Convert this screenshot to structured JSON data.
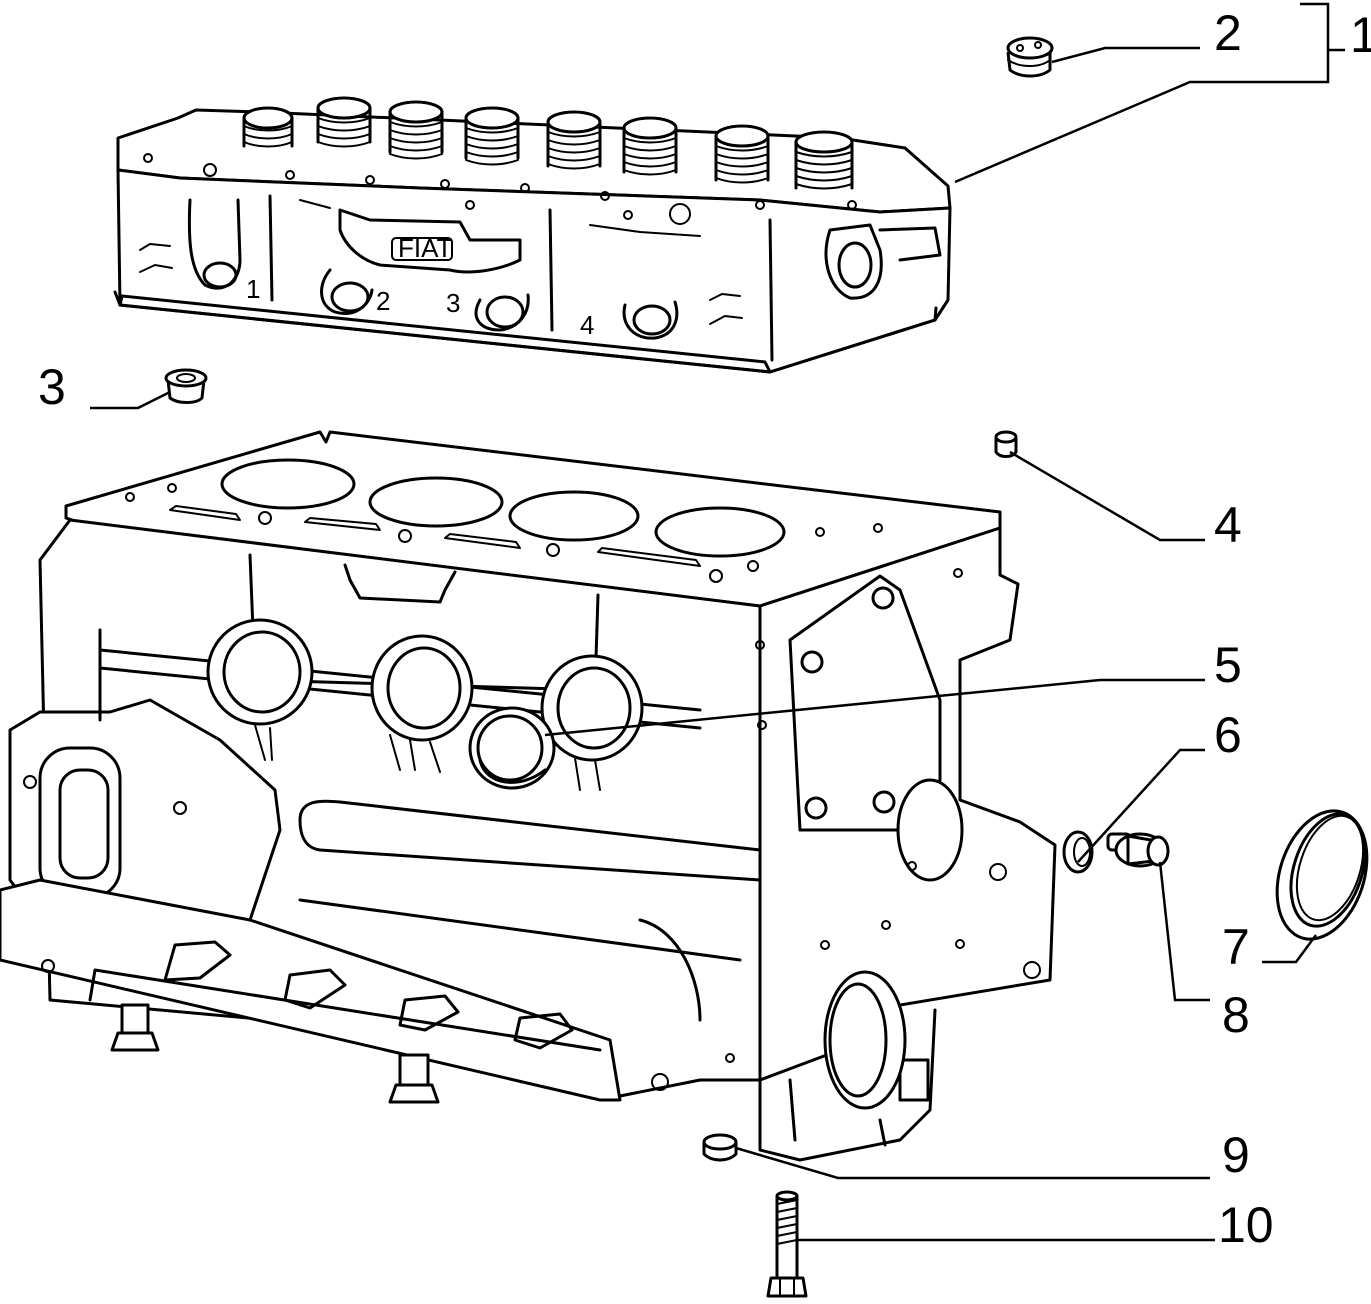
{
  "callouts": [
    {
      "id": "1",
      "label": "1"
    },
    {
      "id": "2",
      "label": "2"
    },
    {
      "id": "3",
      "label": "3"
    },
    {
      "id": "4",
      "label": "4"
    },
    {
      "id": "5",
      "label": "5"
    },
    {
      "id": "6",
      "label": "6"
    },
    {
      "id": "7",
      "label": "7"
    },
    {
      "id": "8",
      "label": "8"
    },
    {
      "id": "9",
      "label": "9"
    },
    {
      "id": "10",
      "label": "10"
    }
  ],
  "cylinder_numbers": [
    "1",
    "2",
    "3",
    "4"
  ],
  "casting_mark": "FIAT"
}
